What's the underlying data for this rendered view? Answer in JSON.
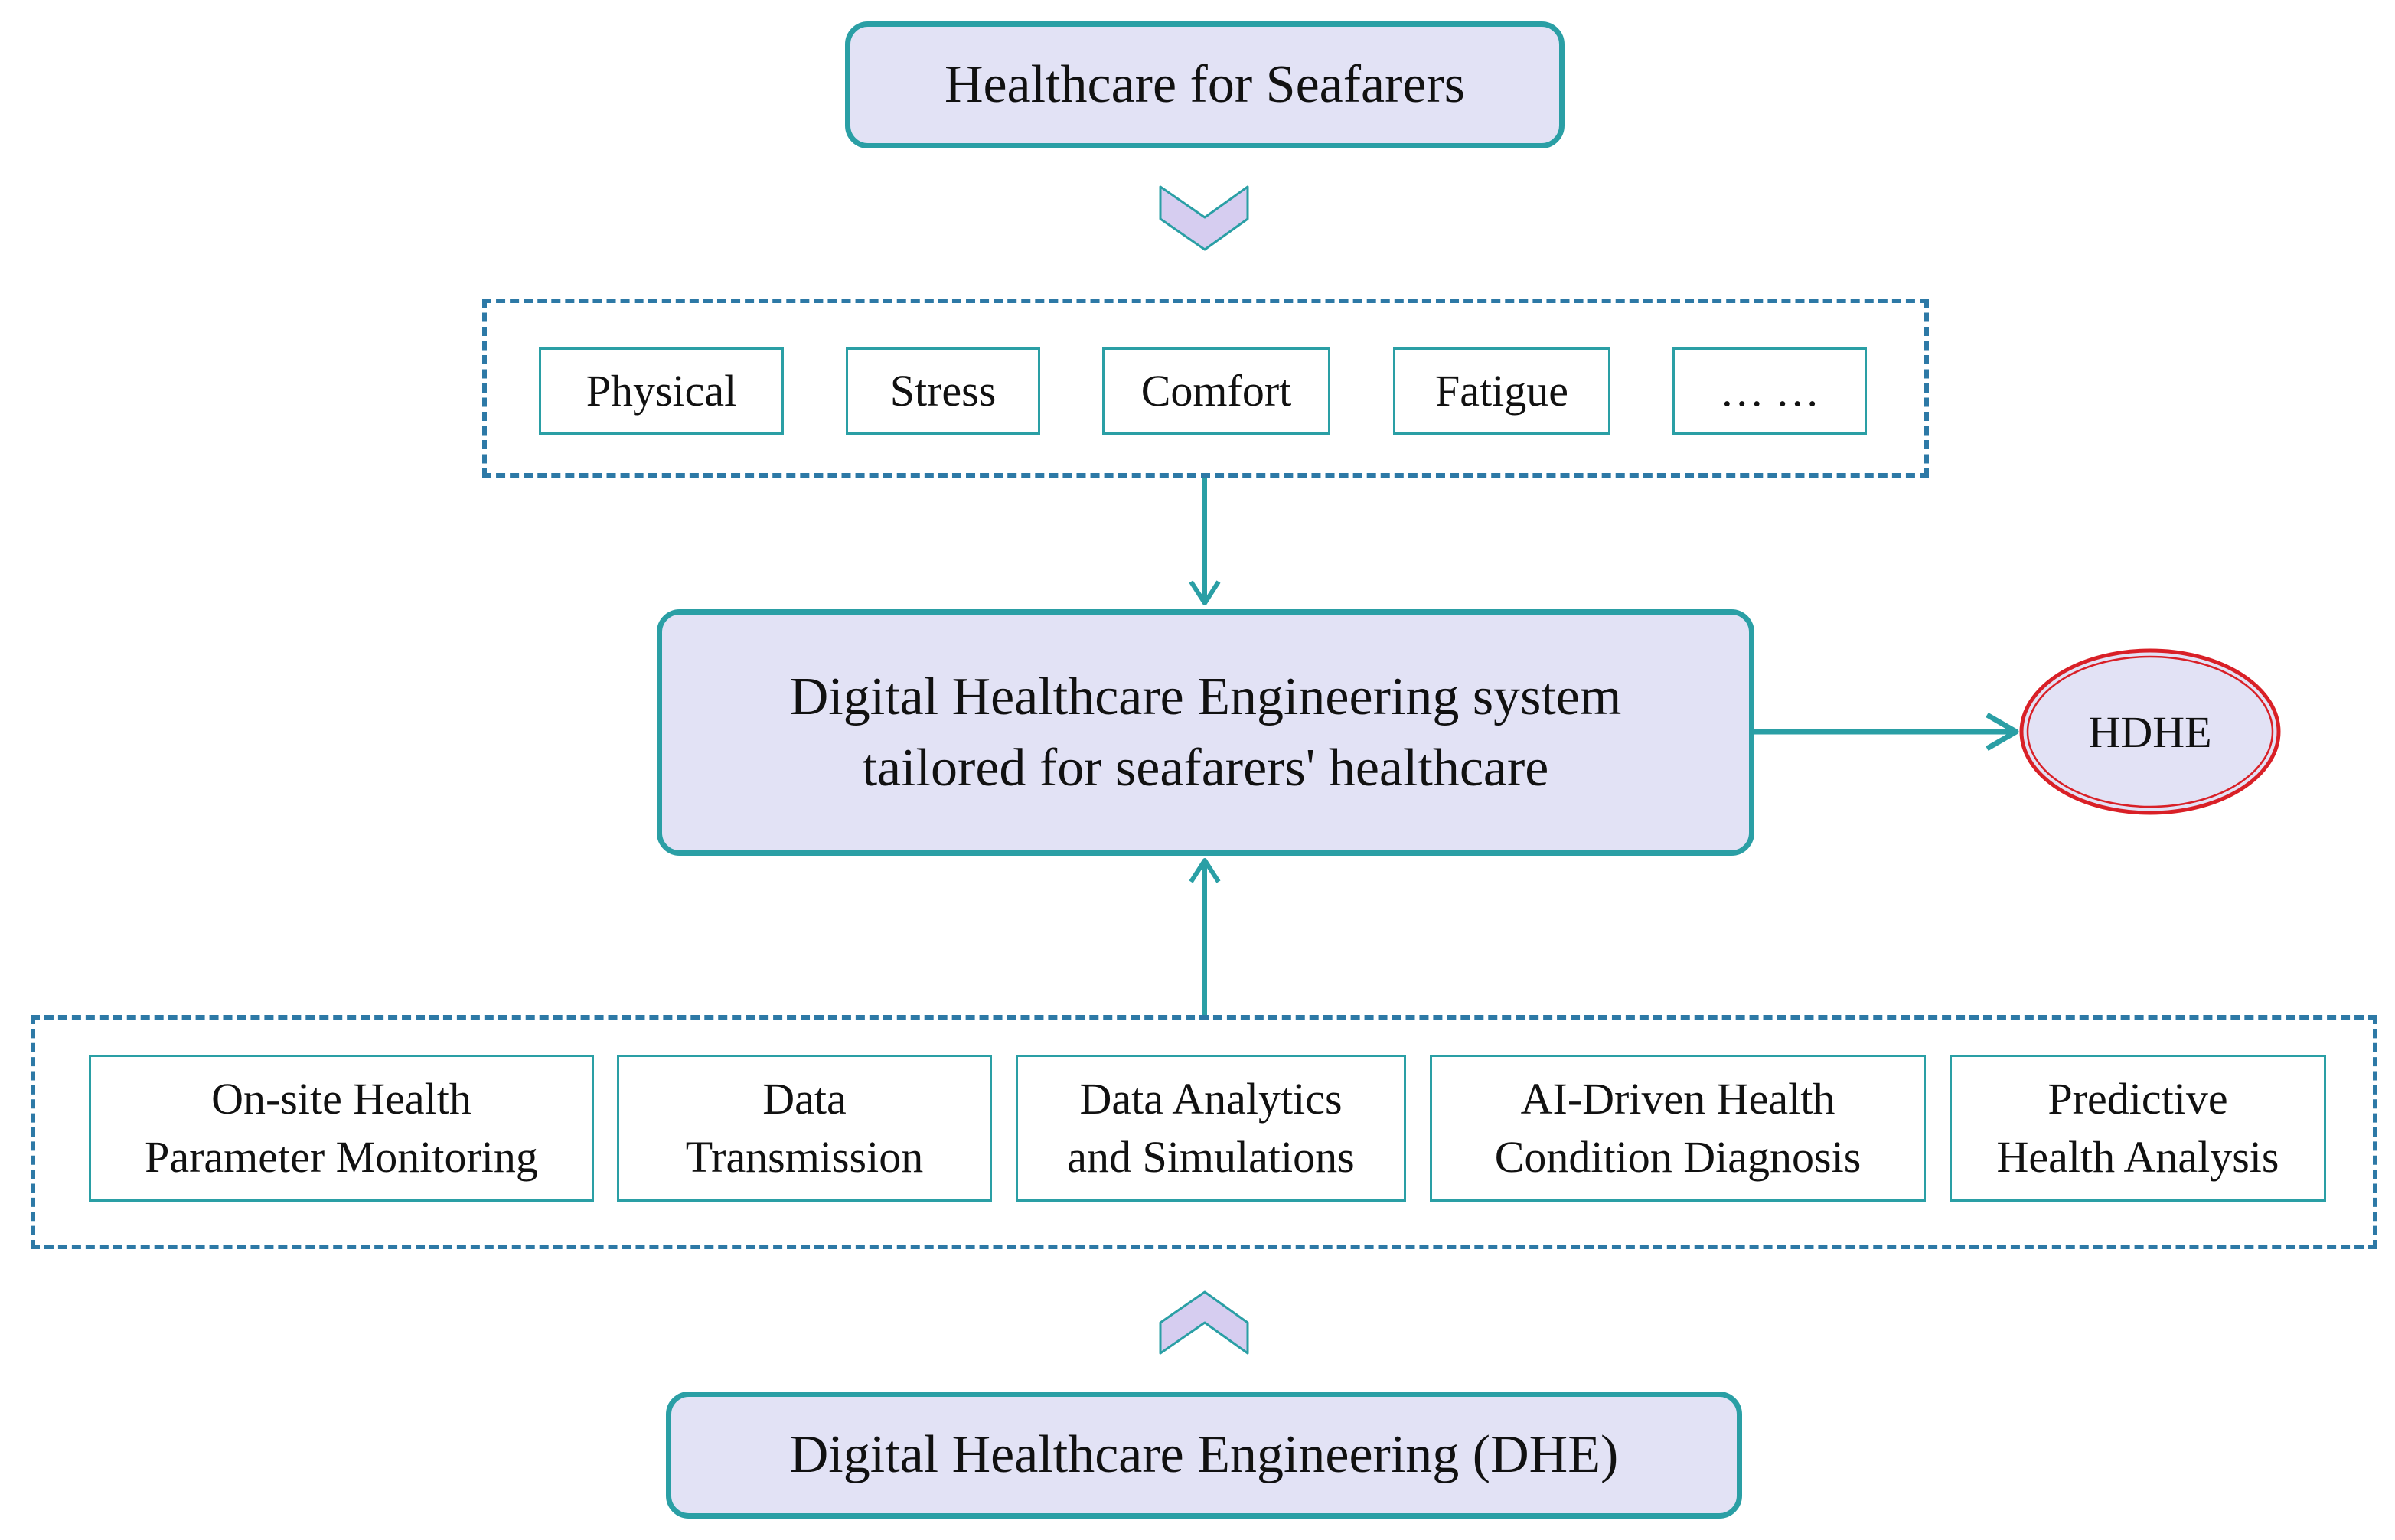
{
  "title_box": {
    "label": "Healthcare for Seafarers"
  },
  "challenges": [
    {
      "label": "Physical"
    },
    {
      "label": "Stress"
    },
    {
      "label": "Comfort"
    },
    {
      "label": "Fatigue"
    },
    {
      "label": "… …"
    }
  ],
  "core_system": {
    "line1": "Digital Healthcare Engineering system",
    "line2": "tailored for seafarers' healthcare"
  },
  "output": {
    "label": "HDHE"
  },
  "capabilities": [
    {
      "line1": "On-site Health",
      "line2": "Parameter Monitoring"
    },
    {
      "line1": "Data",
      "line2": "Transmission"
    },
    {
      "line1": "Data Analytics",
      "line2": "and Simulations"
    },
    {
      "line1": "AI-Driven Health",
      "line2": "Condition Diagnosis"
    },
    {
      "line1": "Predictive",
      "line2": "Health Analysis"
    }
  ],
  "foundation_box": {
    "label": "Digital Healthcare Engineering (DHE)"
  },
  "colors": {
    "box_fill": "#e2e2f5",
    "teal_border": "#2a9fa5",
    "dash_border": "#2d79a6",
    "chevron_fill": "#d6cdf0",
    "chevron_stroke": "#2a9fa5",
    "oval_border": "#d92027"
  }
}
